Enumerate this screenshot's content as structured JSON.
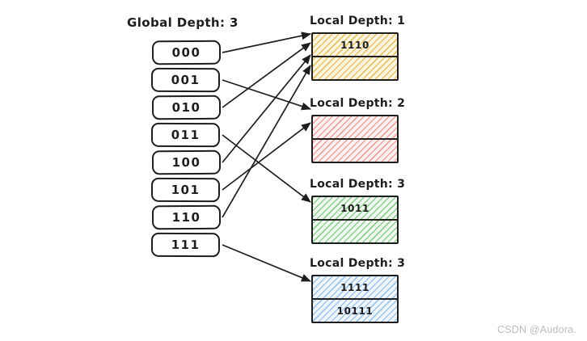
{
  "diagram": {
    "global_label": "Global Depth: 3",
    "directory": {
      "entries": [
        "000",
        "001",
        "010",
        "011",
        "100",
        "101",
        "110",
        "111"
      ]
    },
    "buckets": [
      {
        "label": "Local Depth: 1",
        "rows": [
          "1110",
          ""
        ],
        "hatch": "#e7c26a",
        "bg": "#fdf5de"
      },
      {
        "label": "Local Depth: 2",
        "rows": [
          "",
          ""
        ],
        "hatch": "#eda39f",
        "bg": "#fdf2f1"
      },
      {
        "label": "Local Depth: 3",
        "rows": [
          "1011",
          ""
        ],
        "hatch": "#90cd92",
        "bg": "#f1faf1"
      },
      {
        "label": "Local Depth: 3",
        "rows": [
          "1111",
          "10111"
        ],
        "hatch": "#a2c5eb",
        "bg": "#eff6fd"
      }
    ],
    "links": [
      {
        "from": "000",
        "bucket": 0
      },
      {
        "from": "001",
        "bucket": 1
      },
      {
        "from": "010",
        "bucket": 0
      },
      {
        "from": "011",
        "bucket": 2
      },
      {
        "from": "100",
        "bucket": 0
      },
      {
        "from": "101",
        "bucket": 1
      },
      {
        "from": "110",
        "bucket": 0
      },
      {
        "from": "111",
        "bucket": 3
      }
    ],
    "stroke_color": "#1e1e1e"
  },
  "watermark": "CSDN @Audora."
}
